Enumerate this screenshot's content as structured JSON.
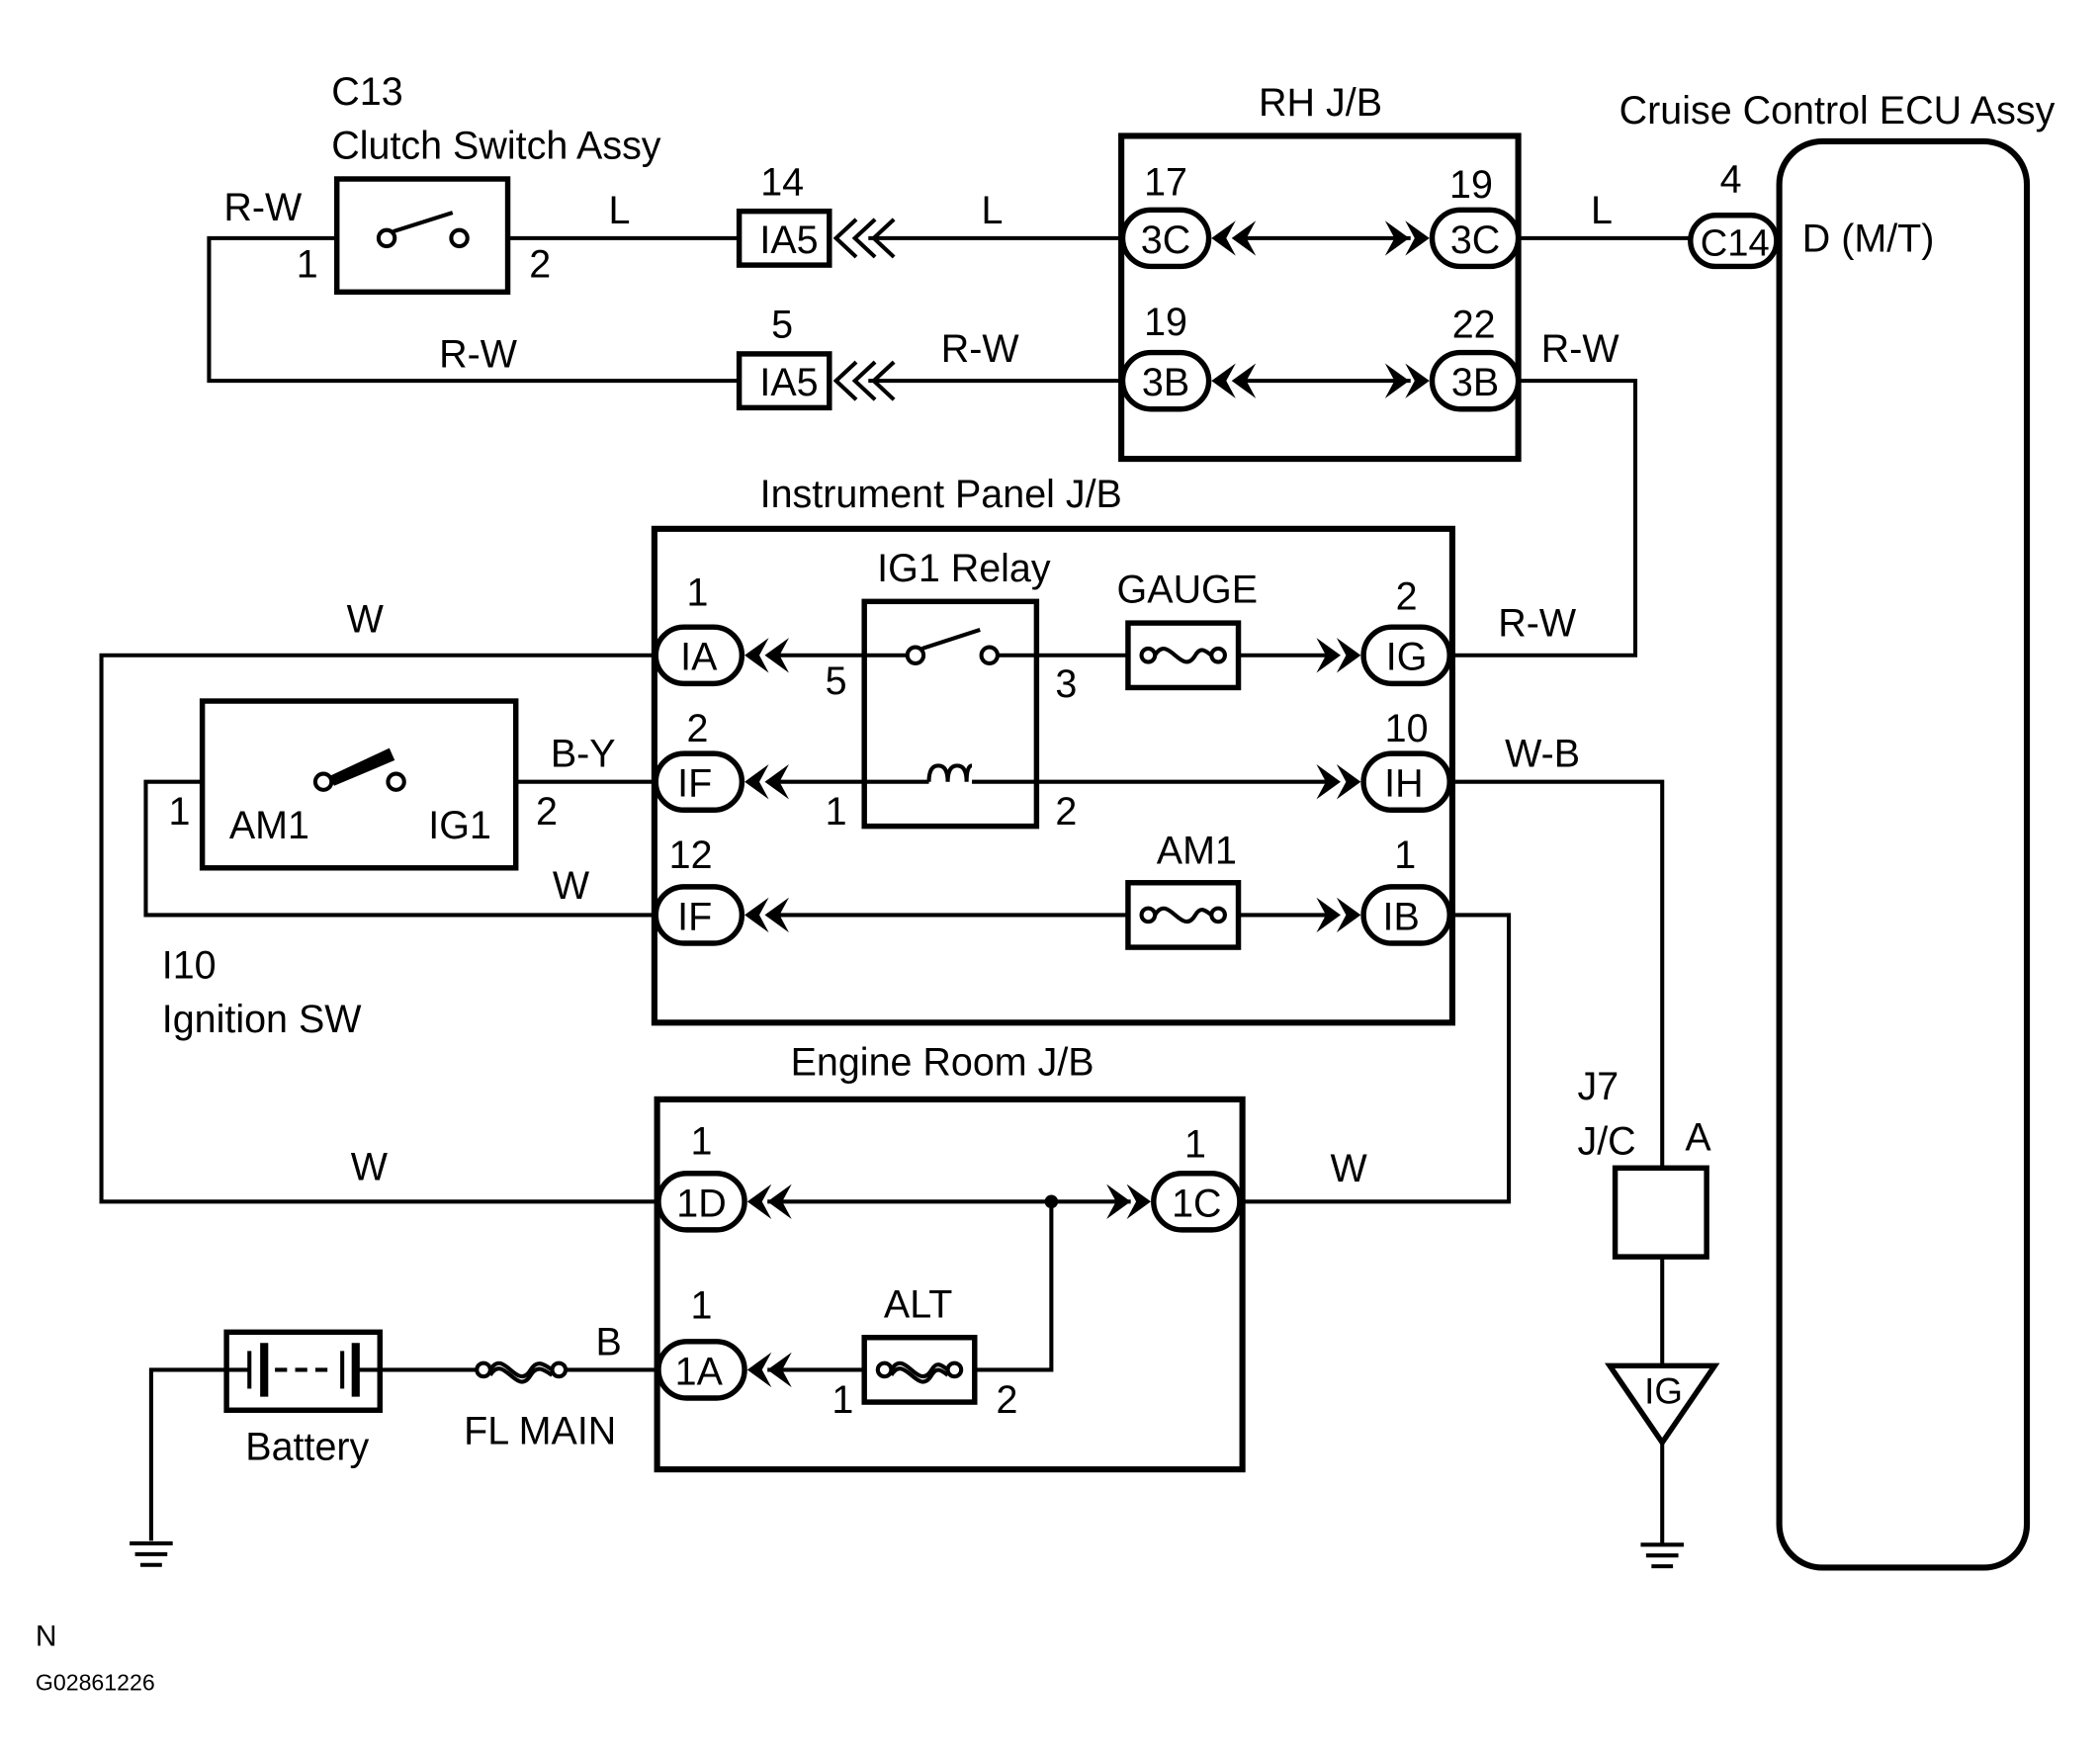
{
  "components": {
    "c13": {
      "code": "C13",
      "name": "Clutch Switch Assy",
      "pin1": "1",
      "pin2": "2"
    },
    "rhjb": {
      "name": "RH J/B",
      "p17": "17",
      "p19a": "19",
      "p19b": "19",
      "p22": "22",
      "c3c": "3C",
      "c3b": "3B"
    },
    "ecu": {
      "name": "Cruise Control ECU Assy",
      "pin": "4",
      "conn": "C14",
      "terminal": "D (M/T)"
    },
    "ia5": {
      "conn": "IA5",
      "pin_top": "14",
      "pin_bot": "5"
    },
    "ipjb": {
      "name": "Instrument Panel J/B",
      "relay": "IG1 Relay",
      "gauge": "GAUGE",
      "am1": "AM1",
      "r5": "5",
      "r3": "3",
      "r1": "1",
      "r2": "2",
      "ia_pin": "1",
      "ia": "IA",
      "if1_pin": "2",
      "if1": "IF",
      "if2_pin": "12",
      "if2": "IF",
      "ig_pin": "2",
      "ig": "IG",
      "ih_pin": "10",
      "ih": "IH",
      "ib_pin": "1",
      "ib": "IB"
    },
    "ign": {
      "code": "I10",
      "name": "Ignition SW",
      "am1": "AM1",
      "ig1": "IG1",
      "pin1": "1",
      "pin2": "2"
    },
    "erjb": {
      "name": "Engine Room J/B",
      "d_pin": "1",
      "d": "1D",
      "c_pin": "1",
      "c": "1C",
      "a_pin": "1",
      "a": "1A",
      "alt": "ALT",
      "alt1": "1",
      "alt2": "2"
    },
    "j7": {
      "code": "J7",
      "name": "J/C",
      "pin": "A"
    },
    "ground_ig": "IG",
    "battery": "Battery",
    "fl_main": "FL MAIN"
  },
  "wires": {
    "rw_top": "R-W",
    "l_c13": "L",
    "l_ia5": "L",
    "l_ecu": "L",
    "rw_bottom": "R-W",
    "rw_ia5": "R-W",
    "rw_rhjb": "R-W",
    "w_ia": "W",
    "rw_ig": "R-W",
    "by": "B-Y",
    "wb": "W-B",
    "w_if": "W",
    "w_1d": "W",
    "w_1c": "W",
    "b": "B"
  },
  "footer": {
    "mark": "N",
    "code": "G02861226"
  }
}
